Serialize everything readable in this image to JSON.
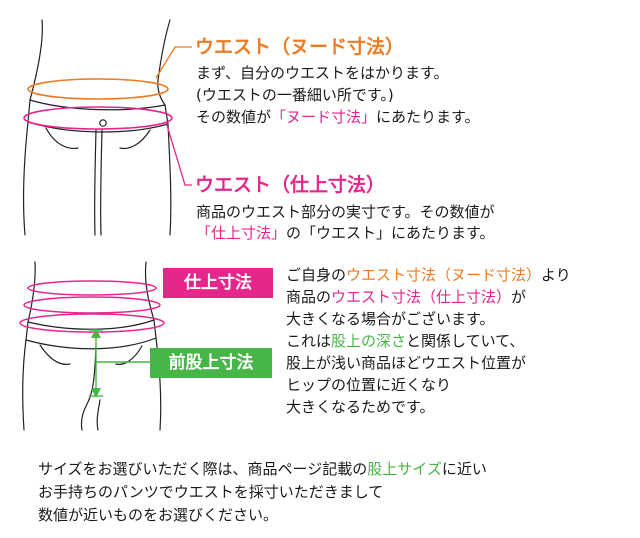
{
  "top": {
    "title_nude": "ウエスト（ヌード寸法）",
    "desc_nude": {
      "line1": "まず、自分のウエストをはかります。",
      "line2": "(ウエストの一番細い所です。)",
      "line3_pre": "その数値が",
      "line3_hl": "「ヌード寸法」",
      "line3_post": "にあたります。"
    },
    "title_finish": "ウエスト（仕上寸法）",
    "desc_finish": {
      "line1": "商品のウエスト部分の実寸です。その数値が",
      "line2_hl": "「仕上寸法」",
      "line2_post": "の「ウエスト」にあたります。"
    }
  },
  "middle": {
    "label_finish": "仕上寸法",
    "label_rise": "前股上寸法",
    "para": {
      "l1_pre": "ご自身の",
      "l1_hl": "ウエスト寸法（ヌード寸法）",
      "l1_post": "より",
      "l2_pre": "商品の",
      "l2_hl": "ウエスト寸法（仕上寸法）",
      "l2_post": "が",
      "l3": "大きくなる場合がございます。",
      "l4_pre": "これは",
      "l4_hl": "股上の深さ",
      "l4_post": "と関係していて、",
      "l5": "股上が浅い商品ほどウエスト位置が",
      "l6": "ヒップの位置に近くなり",
      "l7": "大きくなるためです。"
    }
  },
  "bottom": {
    "l1_pre": "サイズをお選びいただく際は、商品ページ記載の",
    "l1_hl": "股上サイズ",
    "l1_post": "に近い",
    "l2": "お手持ちのパンツでウエストを採寸いただきまして",
    "l3": "数値が近いものをお選びください。"
  },
  "colors": {
    "orange": "#ef7a1f",
    "pink": "#e6268a",
    "green": "#48b548",
    "text": "#1a1a1a"
  }
}
